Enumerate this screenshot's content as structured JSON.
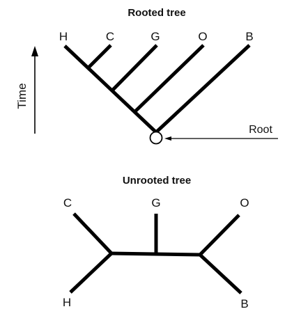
{
  "rooted": {
    "title": "Rooted tree",
    "leaves": [
      "H",
      "C",
      "G",
      "O",
      "B"
    ],
    "axis_label": "Time",
    "root_label": "Root"
  },
  "unrooted": {
    "title": "Unrooted tree",
    "leaves": [
      "C",
      "G",
      "O",
      "H",
      "B"
    ]
  },
  "colors": {
    "line": "#000000",
    "text": "#111111",
    "background": "#ffffff"
  }
}
